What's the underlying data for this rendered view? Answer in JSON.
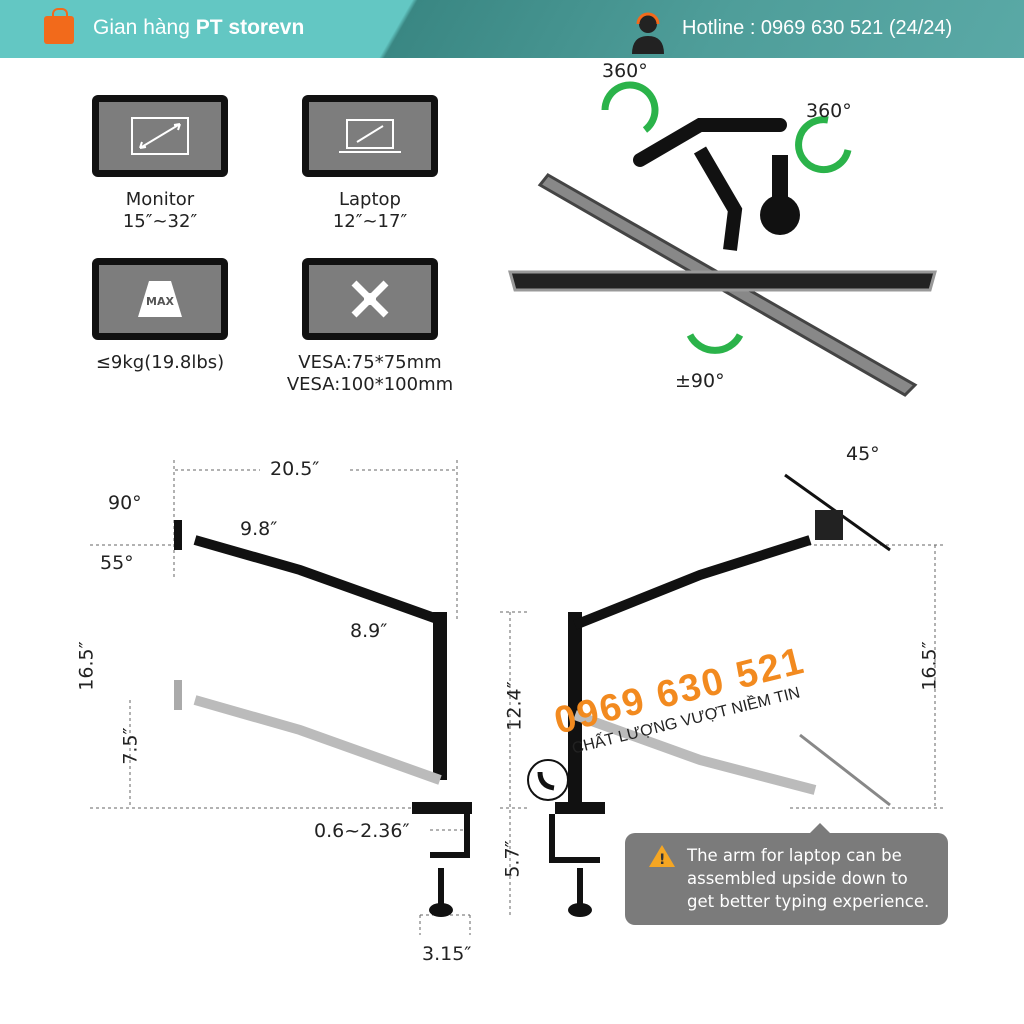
{
  "header": {
    "brand_prefix": "Gian hàng ",
    "brand_name": "PT storevn",
    "hotline": "Hotline : 0969 630 521 (24/24)"
  },
  "specs": [
    {
      "icon": "diagonal-size-icon",
      "label_1": "Monitor",
      "label_2": "15″~32″"
    },
    {
      "icon": "laptop-icon",
      "label_1": "Laptop",
      "label_2": "12″~17″"
    },
    {
      "icon": "weight-max-icon",
      "icon_text": "MAX",
      "label_1": "≤9kg(19.8lbs)"
    },
    {
      "icon": "vesa-icon",
      "label_1": "VESA:75*75mm",
      "label_2": "VESA:100*100mm"
    }
  ],
  "rotation": {
    "top_left": "360°",
    "top_right": "360°",
    "tilt": "±90°"
  },
  "monitor_diagram": {
    "width": "20.5″",
    "tilt_up": "90°",
    "tilt_down": "55°",
    "arm1": "9.8″",
    "arm2": "8.9″",
    "height": "16.5″",
    "low_height": "7.5″",
    "clamp_range": "0.6~2.36″",
    "base": "3.15″"
  },
  "laptop_diagram": {
    "angle": "45°",
    "pole": "12.4″",
    "clamp": "5.7″",
    "height": "16.5″"
  },
  "watermark": {
    "phone": "0969 630 521",
    "slogan": "CHẤT LƯỢNG VƯỢT NIỀM TIN"
  },
  "callout": {
    "text": "The arm for laptop can be assembled upside down to get better typing experience."
  }
}
